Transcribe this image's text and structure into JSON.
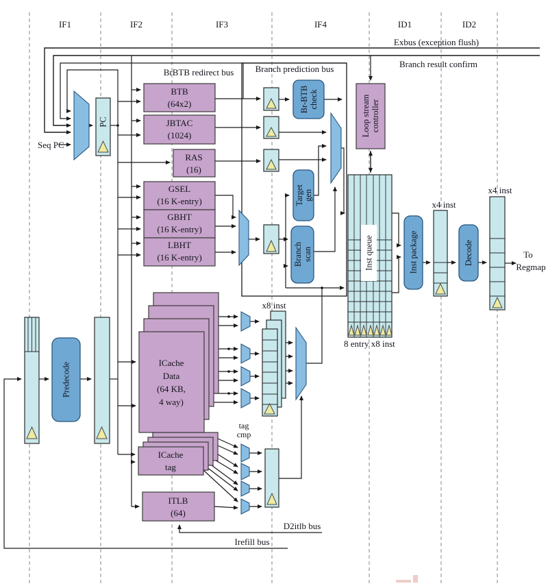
{
  "title": "CPU front-end pipeline diagram",
  "colors": {
    "background": "#ffffff",
    "array_fill": "#c7a4cb",
    "logic_fill": "#6fa8d3",
    "mux_fill": "#8abde2",
    "register_fill": "#c8e8ec",
    "clock_triangle_fill": "#eeeaa2",
    "wire": "#1a1a1a",
    "stage_dash": "#9a9a9a",
    "text": "#14141e",
    "watermark": "#d9857f"
  },
  "stages": {
    "if1": "IF1",
    "if2": "IF2",
    "if3": "IF3",
    "if4": "IF4",
    "id1": "ID1",
    "id2": "ID2"
  },
  "buses": {
    "exbus": "Exbus (exception flush)",
    "branch_result_confirm": "Branch result confirm",
    "branch_prediction_bus": "Branch prediction bus",
    "brbtb_redirect_bus": "BrBTB redirect bus",
    "d2itlb_bus": "D2itlb bus",
    "irefill_bus": "Irefill bus"
  },
  "labels": {
    "seq_pc": "Seq PC",
    "x8_inst": "x8 inst",
    "tag_cmp_l1": "tag",
    "tag_cmp_l2": "cmp",
    "queue_caption": "8 entry x8 inst",
    "x4_inst_a": "x4 inst",
    "x4_inst_b": "x4 inst",
    "to_regmap_l1": "To",
    "to_regmap_l2": "Regmap"
  },
  "blocks": {
    "pc": "PC",
    "btb": {
      "l1": "BTB",
      "l2": "(64x2)"
    },
    "jbtac": {
      "l1": "JBTAC",
      "l2": "(1024)"
    },
    "ras": {
      "l1": "RAS",
      "l2": "(16)"
    },
    "gsel": {
      "l1": "GSEL",
      "l2": "(16 K-entry)"
    },
    "gbht": {
      "l1": "GBHT",
      "l2": "(16 K-entry)"
    },
    "lbht": {
      "l1": "LBHT",
      "l2": "(16 K-entry)"
    },
    "brbtb_check": {
      "l1": "Br-BTB",
      "l2": "check"
    },
    "target_gen": {
      "l1": "Target",
      "l2": "gen"
    },
    "branch_scan": {
      "l1": "Branch",
      "l2": "scan"
    },
    "loop_stream": {
      "l1": "Loop stream",
      "l2": "controller"
    },
    "inst_queue": "Inst queue",
    "inst_package": "Inst package",
    "decode": "Decode",
    "predecode": "Predecode",
    "icache_data": {
      "l1": "ICache",
      "l2": "Data",
      "l3": "(64 KB,",
      "l4": "4 way)"
    },
    "icache_tag": {
      "l1": "ICache",
      "l2": "tag"
    },
    "itlb": {
      "l1": "ITLB",
      "l2": "(64)"
    }
  }
}
